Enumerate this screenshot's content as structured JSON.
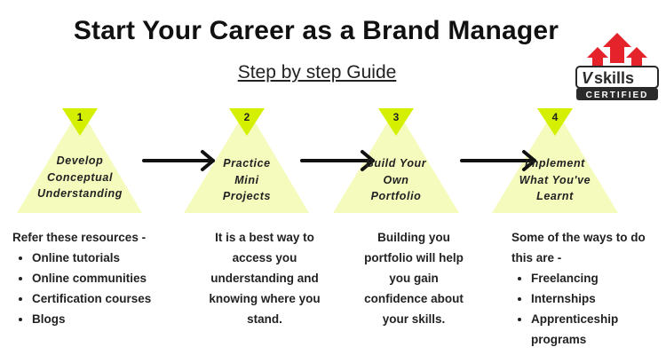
{
  "header": {
    "title": "Start Your Career as a Brand Manager",
    "subtitle": "Step by step Guide"
  },
  "logo": {
    "text_main": "skills",
    "text_v": "V",
    "text_sub": "CERTIFIED",
    "colors": {
      "arrow": "#e5232b",
      "text": "#2a2a2a"
    }
  },
  "colors": {
    "triangle": "#f5fbbd",
    "number_tab": "#d4f000",
    "arrow": "#111111"
  },
  "steps": [
    {
      "number": "1",
      "label_lines": [
        "Develop",
        "Conceptual",
        "Understanding"
      ],
      "description": {
        "intro": "Refer these resources -",
        "bullets": [
          "Online tutorials",
          "Online communities",
          "Certification courses",
          "Blogs"
        ]
      }
    },
    {
      "number": "2",
      "label_lines": [
        "Practice",
        "Mini",
        "Projects"
      ],
      "description": {
        "lines": [
          "It is a best way to",
          "access you",
          "understanding and",
          "knowing where you",
          "stand."
        ]
      }
    },
    {
      "number": "3",
      "label_lines": [
        "Build Your",
        "Own",
        "Portfolio"
      ],
      "description": {
        "lines": [
          "Building you",
          "portfolio will help",
          "you gain",
          "confidence about",
          "your skills."
        ]
      }
    },
    {
      "number": "4",
      "label_lines": [
        "Implement",
        "What You've",
        "Learnt"
      ],
      "description": {
        "intro_lines": [
          "Some of the ways to do",
          "this are -"
        ],
        "bullets": [
          "Freelancing",
          "Internships",
          "Apprenticeship programs"
        ]
      }
    }
  ]
}
